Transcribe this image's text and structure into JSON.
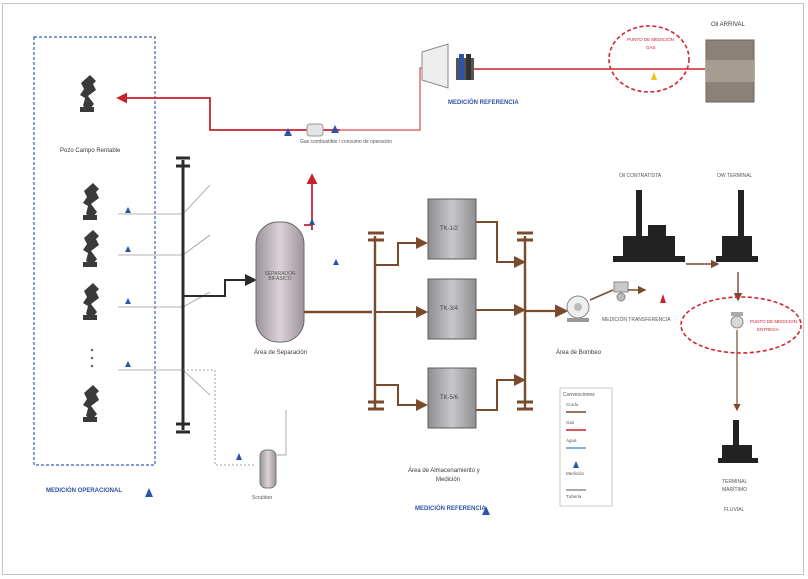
{
  "labels": {
    "pozo_cercano": "Pozo Campo Rentable",
    "medicion_operacional": "MEDICIÓN OPERACIONAL",
    "medicion_referencia_top": "MEDICIÓN REFERENCIA",
    "medicion_referencia_bottom": "MEDICIÓN REFERENCIA",
    "area_separacion": "Área de Separación",
    "area_almacenamiento_1": "Área de Almacenamiento y",
    "area_almacenamiento_2": "Medición",
    "area_bombeo": "Área de Bombeo",
    "oil_arrival": "Oil ARRIVAL",
    "punto_medicion_top_1": "PUNTO DE MEDICIÓN",
    "punto_medicion_top_2": "GAS",
    "punto_medicion_right_1": "PUNTO DE MEDICIÓN",
    "punto_medicion_right_2": "ENTREGA",
    "oil_terminal": "OW TERMINAL",
    "oil_producer": "Oil CONTRATISTA",
    "terminal_1": "TERMINAL",
    "terminal_2": "MARÍTIMO",
    "terminal_3": "FLUVIAL",
    "separador": "SEPARADOR BIFÁSICO",
    "medicion_transferencia": "MEDICIÓN TRANSFERENCIA",
    "tank_1": "TK-1/2",
    "tank_2": "TK-3/4",
    "tank_3": "TK-5/6",
    "convenciones": "Convenciones",
    "legend_1": "Crudo",
    "legend_2": "Gas",
    "legend_3": "Agua",
    "legend_4": "Medición",
    "legend_5": "Tubería",
    "gas_line_label": "Gas combustible / consumo de operación",
    "scrubber_label": "Scrubber"
  },
  "colors": {
    "oil_line": "#7a4a2c",
    "gas_line": "#c8232c",
    "measure_marker": "#2d54a6",
    "highlight_circle": "#d62430",
    "manifold": "#2b2b2b",
    "frame_border": "#c4c4c4"
  }
}
